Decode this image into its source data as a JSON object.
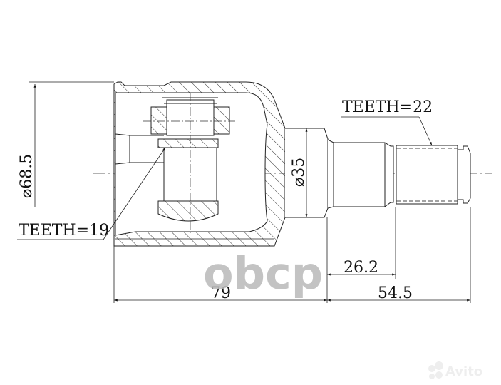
{
  "drawing": {
    "title": "Inner CV joint technical drawing",
    "line_color": "#222222",
    "hatch_color": "#333333"
  },
  "labels": {
    "teeth_outer": "TEETH=22",
    "teeth_inner": "TEETH=19",
    "dia_housing": "⌀68.5",
    "dia_neck": "⌀35",
    "dim_total_housing": "79",
    "dim_shaft": "54.5",
    "dim_spline": "26.2"
  },
  "watermarks": {
    "center": "obcp",
    "corner": "Avito",
    "center_color": "#b8b8b8",
    "corner_color": "#eeeeee"
  }
}
